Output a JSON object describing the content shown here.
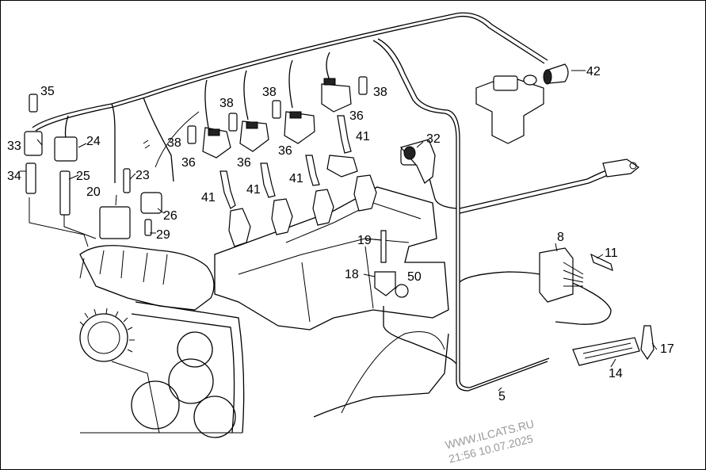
{
  "callouts": [
    {
      "id": "c35",
      "text": "35"
    },
    {
      "id": "c33",
      "text": "33"
    },
    {
      "id": "c24",
      "text": "24"
    },
    {
      "id": "c34",
      "text": "34"
    },
    {
      "id": "c25",
      "text": "25"
    },
    {
      "id": "c23",
      "text": "23"
    },
    {
      "id": "c20",
      "text": "20"
    },
    {
      "id": "c26",
      "text": "26"
    },
    {
      "id": "c29",
      "text": "29"
    },
    {
      "id": "c38a",
      "text": "38"
    },
    {
      "id": "c38b",
      "text": "38"
    },
    {
      "id": "c38c",
      "text": "38"
    },
    {
      "id": "c38d",
      "text": "38"
    },
    {
      "id": "c36a",
      "text": "36"
    },
    {
      "id": "c36b",
      "text": "36"
    },
    {
      "id": "c36c",
      "text": "36"
    },
    {
      "id": "c36d",
      "text": "36"
    },
    {
      "id": "c41a",
      "text": "41"
    },
    {
      "id": "c41b",
      "text": "41"
    },
    {
      "id": "c41c",
      "text": "41"
    },
    {
      "id": "c41d",
      "text": "41"
    },
    {
      "id": "c32",
      "text": "32"
    },
    {
      "id": "c42",
      "text": "42"
    },
    {
      "id": "c19",
      "text": "19"
    },
    {
      "id": "c18",
      "text": "18"
    },
    {
      "id": "c50",
      "text": "50"
    },
    {
      "id": "c8",
      "text": "8"
    },
    {
      "id": "c11",
      "text": "11"
    },
    {
      "id": "c17",
      "text": "17"
    },
    {
      "id": "c14",
      "text": "14"
    },
    {
      "id": "c5",
      "text": "5"
    }
  ],
  "watermark": {
    "line1": "WWW.ILCATS.RU",
    "line2": "21:56 10.07.2025"
  }
}
